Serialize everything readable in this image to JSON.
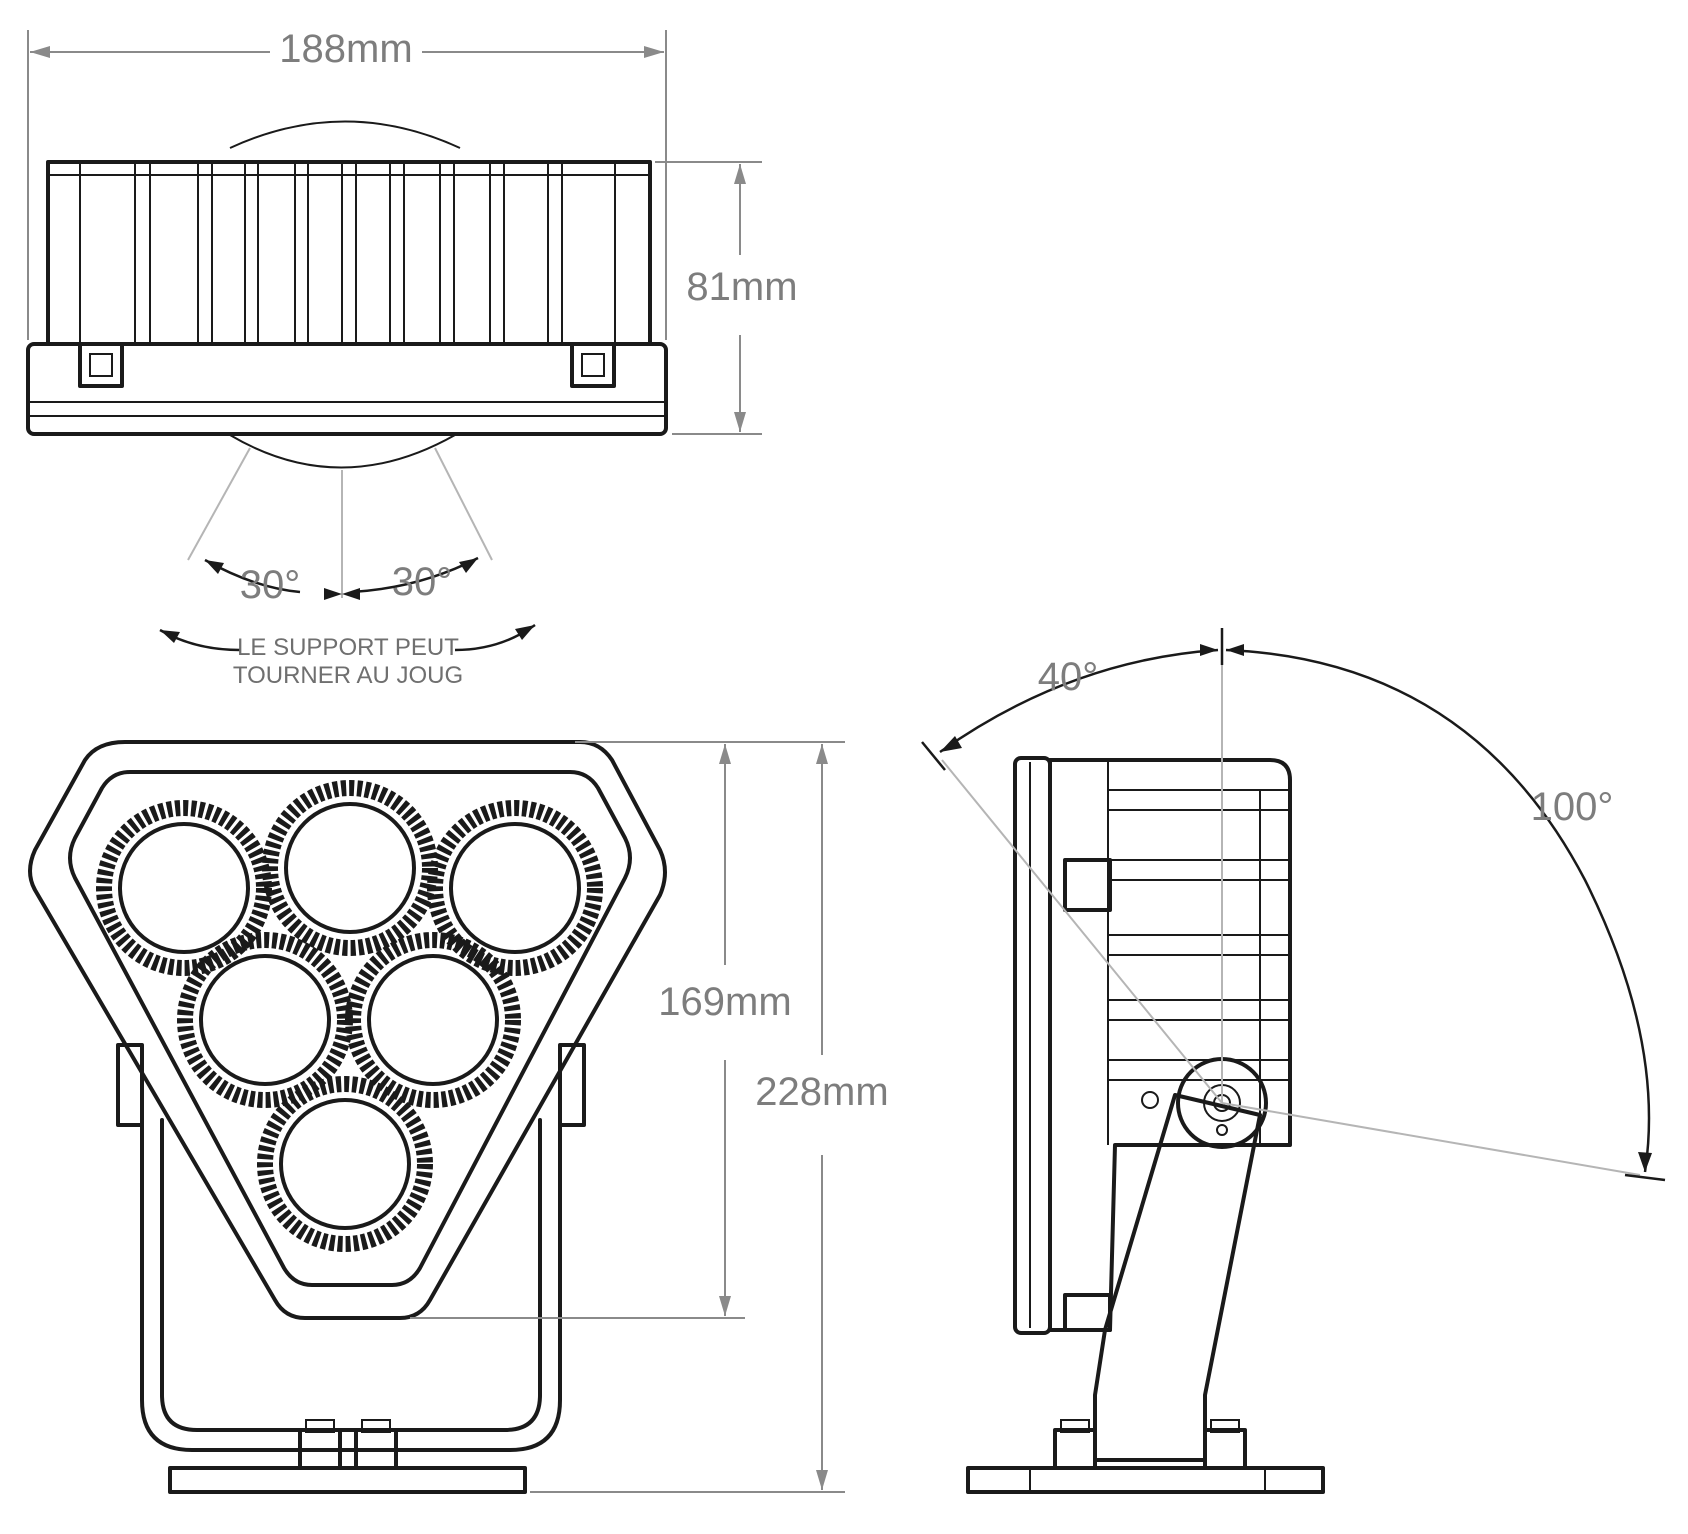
{
  "dimensions": {
    "width": "188mm",
    "height_top": "81mm",
    "height_head": "169mm",
    "height_total": "228mm"
  },
  "angles": {
    "left": "30°",
    "right": "30°",
    "tilt_back": "40°",
    "tilt_front": "100°"
  },
  "note": {
    "line1": "LE SUPPORT PEUT",
    "line2": "TOURNER AU JOUG"
  }
}
